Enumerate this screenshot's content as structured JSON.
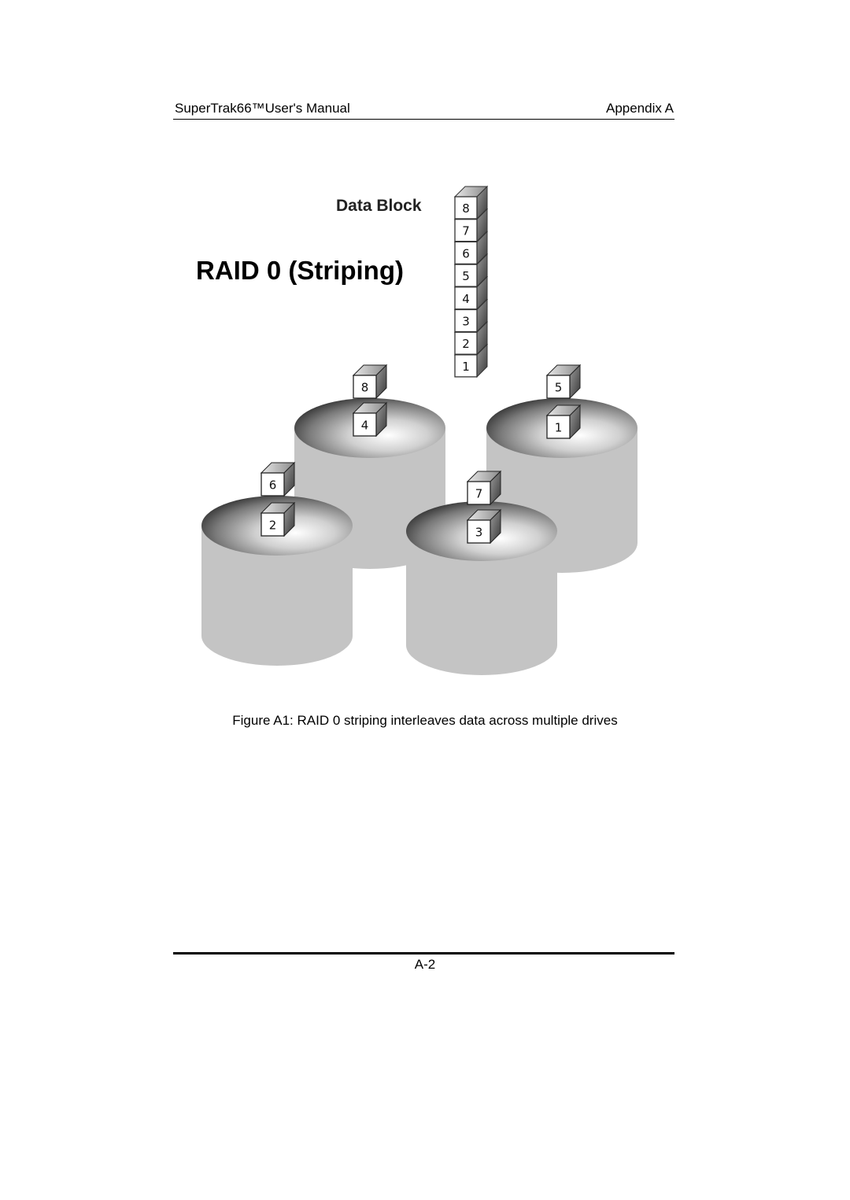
{
  "header": {
    "left": "SuperTrak66™User's Manual",
    "right": "Appendix A"
  },
  "figure": {
    "title": "RAID 0 (Striping)",
    "block_label": "Data Block",
    "stack_blocks": [
      "8",
      "7",
      "6",
      "5",
      "4",
      "3",
      "2",
      "1"
    ],
    "drives": [
      {
        "blocks": [
          "6",
          "2"
        ]
      },
      {
        "blocks": [
          "8",
          "4"
        ]
      },
      {
        "blocks": [
          "7",
          "3"
        ]
      },
      {
        "blocks": [
          "5",
          "1"
        ]
      }
    ],
    "caption": "Figure A1: RAID 0 striping interleaves data across multiple drives"
  },
  "footer": {
    "page": "A-2"
  }
}
